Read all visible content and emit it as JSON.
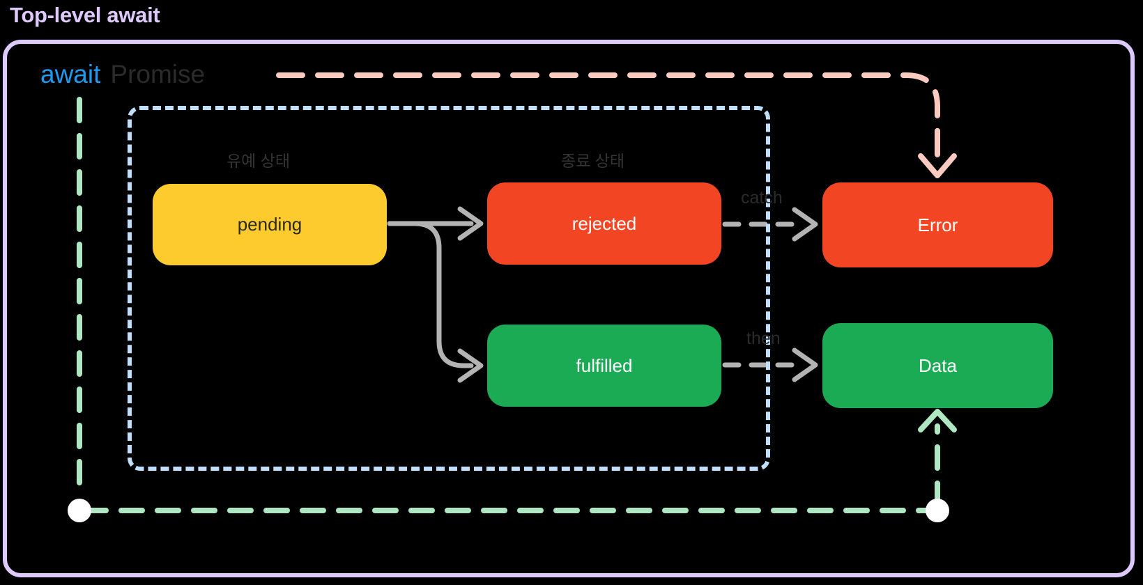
{
  "title": "Top-level await",
  "colors": {
    "background": "#000000",
    "outer_border_purple": "#ddc9fb",
    "title_purple": "#ddc9fb",
    "await_blue": "#1d9bf0",
    "promise_gray": "#2b2b2b",
    "promise_box_blue": "#bfdffc",
    "pending_yellow": "#fdcb2e",
    "rejected_red": "#f14524",
    "fulfilled_green": "#1bab54",
    "transition_gray": "#b3b3b3",
    "error_flow_pink": "#fac9c0",
    "data_flow_green": "#aee8c2",
    "node_dot_white": "#ffffff",
    "section_label_gray": "#343434"
  },
  "expression": {
    "await_keyword": "await",
    "promise_keyword": "Promise"
  },
  "sections": [
    {
      "id": "pending-state",
      "label": "유예 상태"
    },
    {
      "id": "settled-state",
      "label": "종료 상태"
    }
  ],
  "states": [
    {
      "id": "pending",
      "label": "pending",
      "color": "#fdcb2e",
      "text_color": "#2a2a18"
    },
    {
      "id": "rejected",
      "label": "rejected",
      "color": "#f14524",
      "text_color": "#ffffff"
    },
    {
      "id": "fulfilled",
      "label": "fulfilled",
      "color": "#1bab54",
      "text_color": "#ffffff"
    }
  ],
  "results": [
    {
      "id": "error",
      "label": "Error",
      "color": "#f14524",
      "text_color": "#ffffff"
    },
    {
      "id": "data",
      "label": "Data",
      "color": "#1bab54",
      "text_color": "#ffffff"
    }
  ],
  "edges": [
    {
      "id": "pending-to-rejected",
      "label": "",
      "style": "solid",
      "color": "#b3b3b3"
    },
    {
      "id": "pending-to-fulfilled",
      "label": "",
      "style": "solid",
      "color": "#b3b3b3"
    },
    {
      "id": "rejected-to-error",
      "label": "catch",
      "style": "dashed",
      "color": "#b3b3b3"
    },
    {
      "id": "fulfilled-to-data",
      "label": "then",
      "style": "dashed",
      "color": "#b3b3b3"
    },
    {
      "id": "error-back-to-await",
      "label": "",
      "style": "dashed",
      "color": "#fac9c0"
    },
    {
      "id": "data-back-to-await",
      "label": "",
      "style": "dashed",
      "color": "#aee8c2"
    }
  ]
}
